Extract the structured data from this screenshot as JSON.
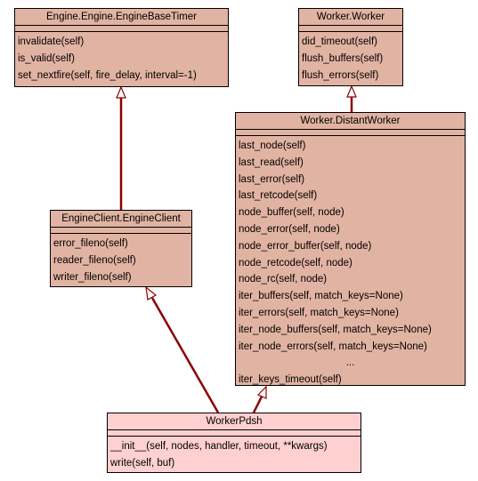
{
  "classes": {
    "engine_base_timer": {
      "name": "Engine.Engine.EngineBaseTimer",
      "methods": [
        "invalidate(self)",
        "is_valid(self)",
        "set_nextfire(self, fire_delay, interval=-1)"
      ]
    },
    "worker": {
      "name": "Worker.Worker",
      "methods": [
        "did_timeout(self)",
        "flush_buffers(self)",
        "flush_errors(self)"
      ]
    },
    "distant_worker": {
      "name": "Worker.DistantWorker",
      "methods": [
        "last_node(self)",
        "last_read(self)",
        "last_error(self)",
        "last_retcode(self)",
        "node_buffer(self, node)",
        "node_error(self, node)",
        "node_error_buffer(self, node)",
        "node_retcode(self, node)",
        "node_rc(self, node)",
        "iter_buffers(self, match_keys=None)",
        "iter_errors(self, match_keys=None)",
        "iter_node_buffers(self, match_keys=None)",
        "iter_node_errors(self, match_keys=None)",
        "...",
        "iter_keys_timeout(self)"
      ]
    },
    "engine_client": {
      "name": "EngineClient.EngineClient",
      "methods": [
        "error_fileno(self)",
        "reader_fileno(self)",
        "writer_fileno(self)"
      ]
    },
    "worker_pdsh": {
      "name": "WorkerPdsh",
      "methods": [
        "__init__(self, nodes, handler, timeout, **kwargs)",
        "write(self, buf)"
      ]
    }
  },
  "colors": {
    "class_fill": "#e1b3a2",
    "highlight_fill": "#ffd0d0",
    "edge": "#8b0000"
  }
}
